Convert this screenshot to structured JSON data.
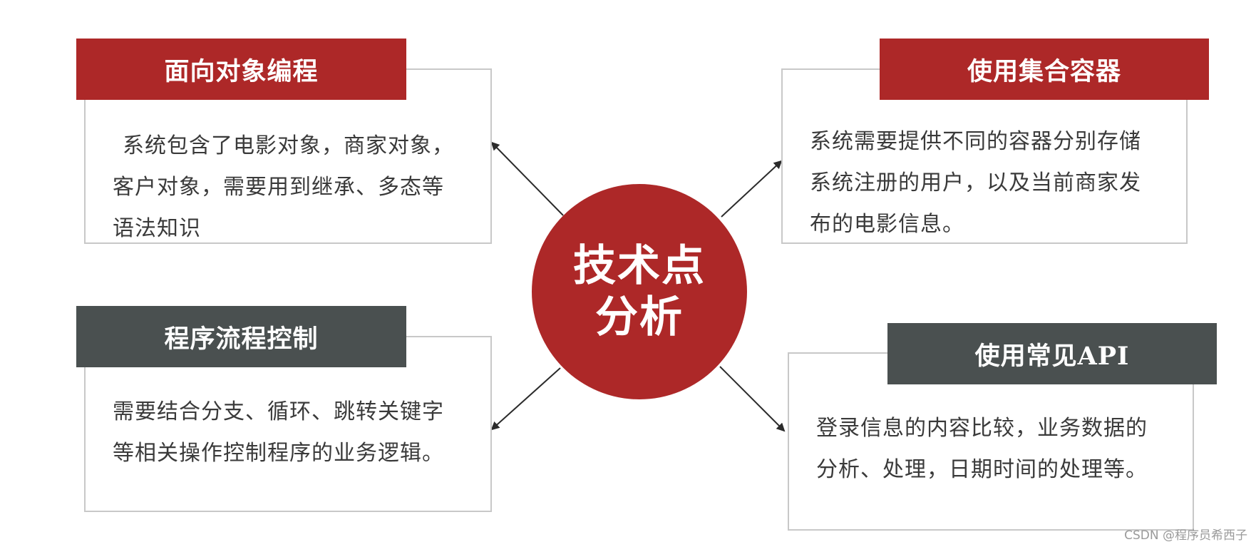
{
  "center": {
    "title": "技术点分析"
  },
  "cards": {
    "oop": {
      "header": "面向对象编程",
      "lines": [
        "系统包含了电影对象，商家对象，",
        "客户对象，需要用到继承、多态等",
        "语法知识"
      ]
    },
    "flow": {
      "header": "程序流程控制",
      "lines": [
        "需要结合分支、循环、跳转关键字",
        "等相关操作控制程序的业务逻辑。"
      ]
    },
    "collection": {
      "header": "使用集合容器",
      "lines": [
        "系统需要提供不同的容器分别存储",
        "系统注册的用户，以及当前商家发",
        "布的电影信息。"
      ]
    },
    "api": {
      "header": "使用常见API",
      "lines": [
        "登录信息的内容比较，业务数据的",
        "分析、处理，日期时间的处理等。"
      ]
    }
  },
  "colors": {
    "accent_red": "#ad2828",
    "header_gray": "#4a5050",
    "card_border": "#c8c8c8",
    "body_text": "#3a3a3a"
  },
  "watermark": "CSDN @程序员希西子"
}
